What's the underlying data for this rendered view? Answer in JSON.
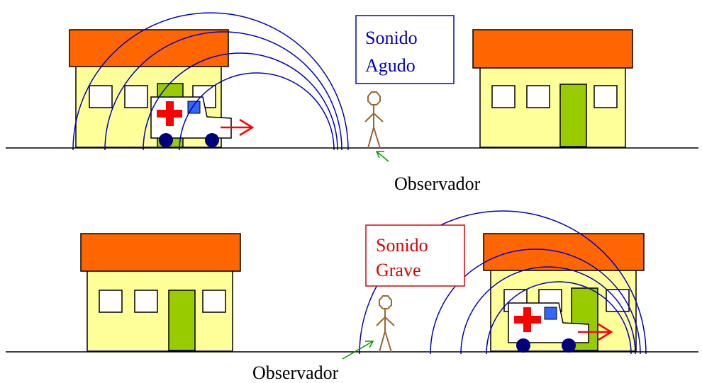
{
  "top_panel": {
    "label_line1": "Sonido",
    "label_line2": "Agudo",
    "label_color": "#0000cc",
    "observer_label": "Observador"
  },
  "bottom_panel": {
    "label_line1": "Sonido",
    "label_line2": "Grave",
    "label_color": "#e00000",
    "observer_label": "Observador"
  },
  "colors": {
    "roof": "#ff6600",
    "wall": "#ffff99",
    "door": "#99cc00",
    "wave": "#0000cc",
    "motion_arrow": "#ff0000",
    "observer_arrow": "#009900",
    "stick_figure": "#996633",
    "wheel": "#00007a",
    "ambulance_window": "#3366ff",
    "red_cross": "#ff0000"
  },
  "icons": {
    "vehicle": "ambulance-icon",
    "person": "stick-figure-icon"
  }
}
